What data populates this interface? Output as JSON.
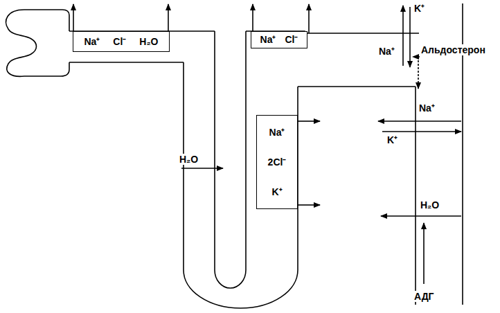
{
  "diagram": {
    "nodes": [
      {
        "text": [
          "Na⁺",
          "Cl⁻",
          "H₂O"
        ]
      },
      {
        "text": [
          "Na⁺",
          "Cl⁻"
        ]
      },
      {
        "text": [
          "Na⁺",
          "2Cl⁻",
          "K⁺"
        ]
      }
    ],
    "labels": [
      "K⁺",
      "Na⁺",
      "Альдостерон",
      "Na⁺",
      "K⁺",
      "H₂O",
      "H₂O",
      "АДГ"
    ]
  }
}
